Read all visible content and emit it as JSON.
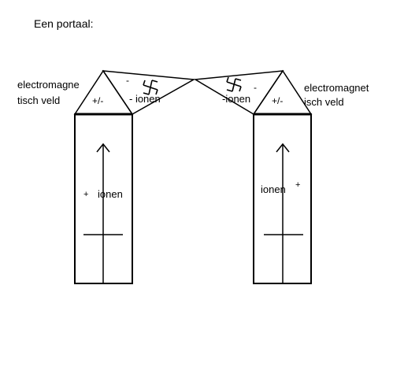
{
  "title": "Een portaal:",
  "left": {
    "field_label_line1": "electromagne",
    "field_label_line2": "tisch veld",
    "polarity_label": "+/-",
    "neg_sign": "-",
    "neg_ions_label": "- ionen",
    "pos_sign": "+",
    "pos_ions_label": "ionen"
  },
  "right": {
    "field_label_line1": "electromagnet",
    "field_label_line2": "isch veld",
    "polarity_label": "+/-",
    "neg_sign": "-",
    "neg_ions_label": "-ionen",
    "pos_sign": "+",
    "pos_ions_label": "ionen"
  }
}
